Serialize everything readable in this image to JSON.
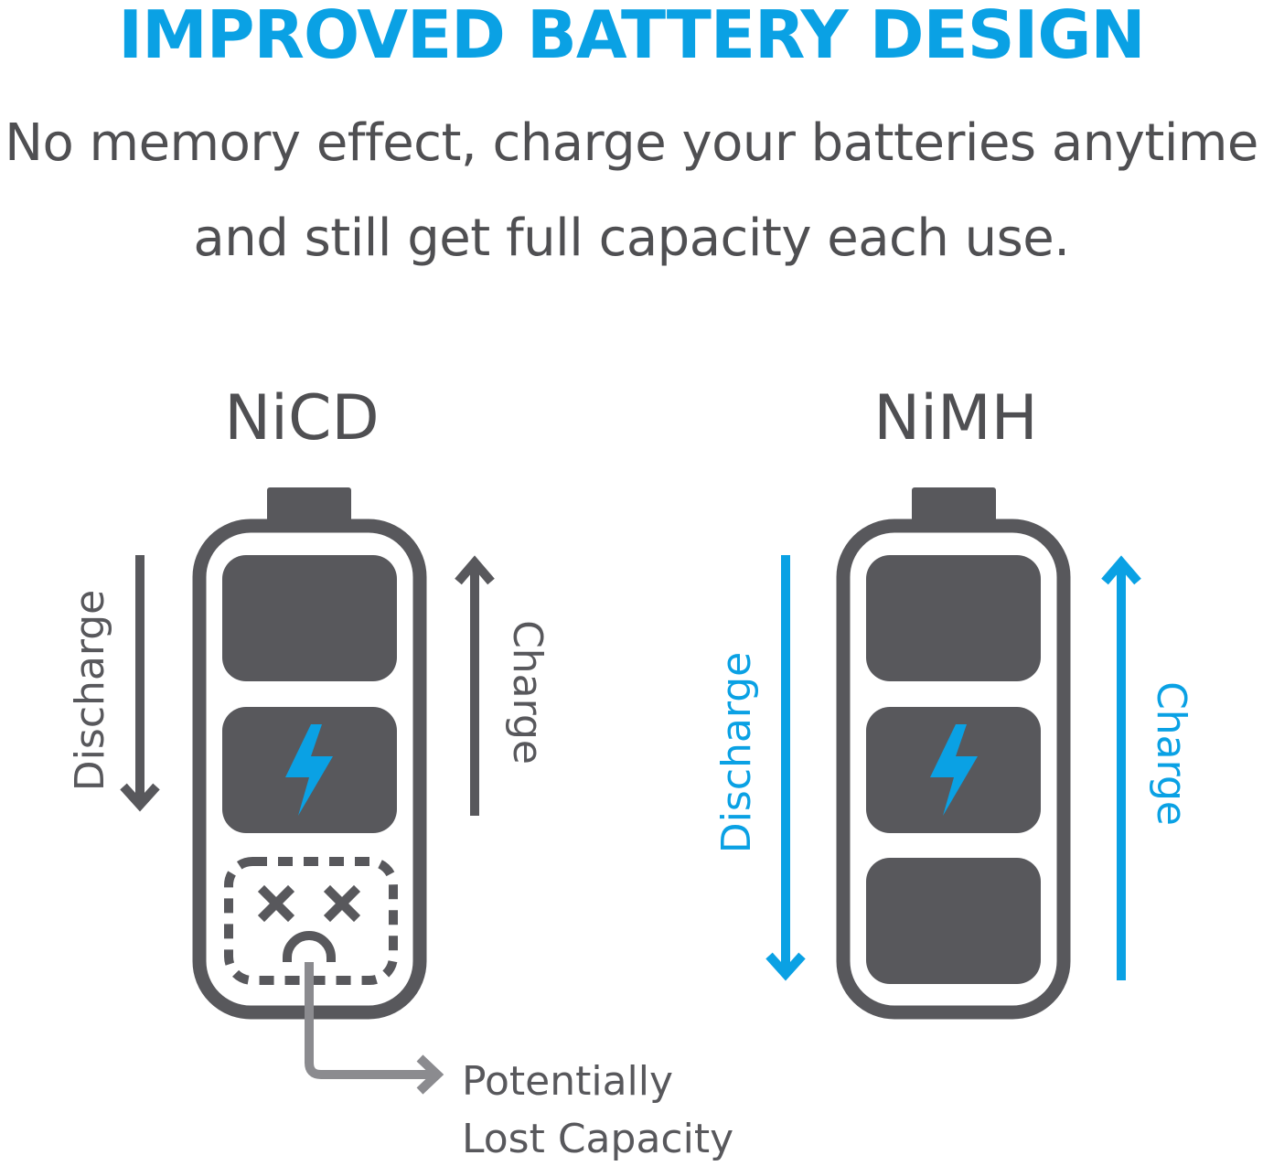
{
  "header": {
    "title": "IMPROVED BATTERY DESIGN",
    "subtitle_line1": "No memory effect, charge your batteries anytime",
    "subtitle_line2": "and still get full capacity each use."
  },
  "batteries": {
    "left": {
      "label": "NiCD",
      "discharge_label": "Discharge",
      "charge_label": "Charge"
    },
    "right": {
      "label": "NiMH",
      "discharge_label": "Discharge",
      "charge_label": "Charge"
    }
  },
  "callout": {
    "line1": "Potentially",
    "line2": "Lost Capacity"
  },
  "colors": {
    "accent": "#0aa1e4",
    "dark": "#58585c",
    "text": "#4f4f52",
    "callout_line": "#8b8b8f"
  },
  "icons": [
    "lightning-bolt-icon",
    "dead-face-icon",
    "arrow-down-icon",
    "arrow-up-icon"
  ]
}
